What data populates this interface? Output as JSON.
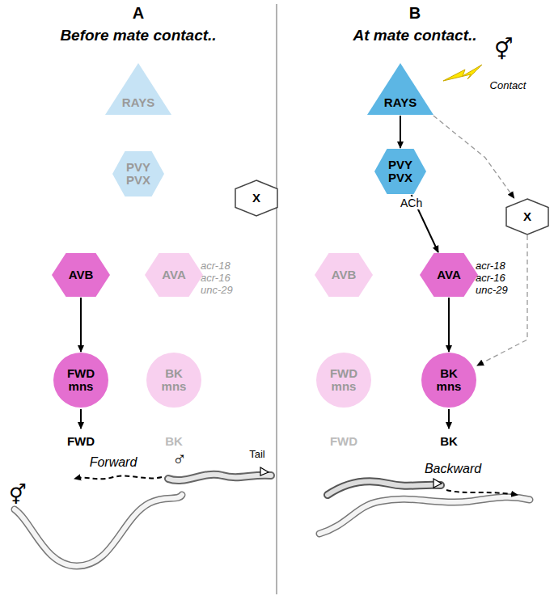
{
  "diagram": {
    "nodes": [
      {
        "text": [
          "RAYS"
        ]
      },
      {
        "text": [
          "PVY PVX"
        ]
      },
      {
        "text": [
          "X"
        ]
      },
      {
        "text": [
          "AVB"
        ]
      },
      {
        "text": [
          "AVA"
        ]
      },
      {
        "text": [
          "FWD mns"
        ]
      },
      {
        "text": [
          "BK mns"
        ]
      },
      {
        "text": [
          "RAYS"
        ]
      },
      {
        "text": [
          "PVY PVX"
        ]
      },
      {
        "text": [
          "X"
        ]
      },
      {
        "text": [
          "AVB"
        ]
      },
      {
        "text": [
          "AVA"
        ]
      },
      {
        "text": [
          "FWD mns"
        ]
      },
      {
        "text": [
          "BK mns"
        ]
      }
    ],
    "edges": [
      {
        "from": 3,
        "to": 5,
        "arrow": "to"
      },
      {
        "from": 7,
        "to": 8,
        "arrow": "to"
      },
      {
        "from": 8,
        "to": 11,
        "label": "ACh",
        "arrow": "to"
      },
      {
        "from": 11,
        "to": 13,
        "arrow": "to"
      },
      {
        "from": 7,
        "to": 9,
        "arrow": "to"
      },
      {
        "from": 9,
        "to": 13,
        "arrow": "to"
      }
    ],
    "labels": [
      "A",
      "Before mate contact..",
      "acr-18 acr-16 unc-29",
      "FWD",
      "BK",
      "⚥",
      "Forward",
      "♂",
      "Tail",
      "B",
      "At mate contact..",
      "acr-18 acr-16 unc-29",
      "FWD",
      "BK",
      "⚥",
      "Contact",
      "Backward"
    ]
  }
}
